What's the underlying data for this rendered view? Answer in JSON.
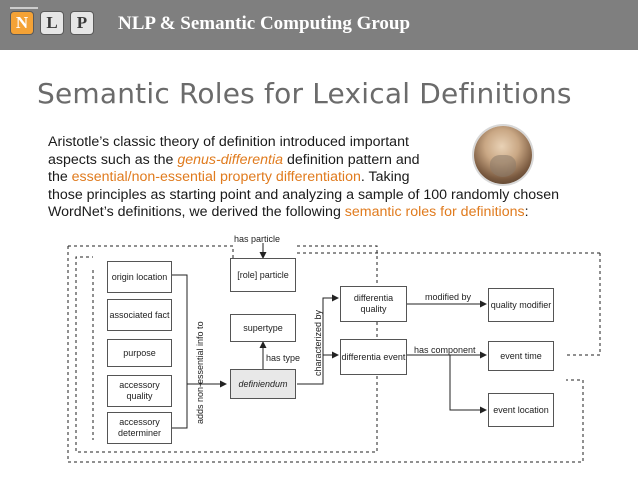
{
  "header": {
    "logo_letters": [
      "N",
      "L",
      "P"
    ],
    "group_title": "NLP & Semantic Computing Group",
    "background_color": "#7f7f7f",
    "logo_accent_color": "#f4a236"
  },
  "slide": {
    "title": "Semantic Roles for Lexical Definitions",
    "body": {
      "line1": "Aristotle’s classic theory of definition introduced important",
      "line2_a": "aspects such as the ",
      "line2_hl": "genus-differentia",
      "line2_b": " definition pattern and",
      "line3_a": "the ",
      "line3_hl": "essential/non-essential property differentiation",
      "line3_b": ". Taking",
      "line4": "those principles as starting point and analyzing a sample of 100 randomly chosen",
      "line5_a": "WordNet’s definitions, we derived the following ",
      "line5_hl": "semantic roles for definitions",
      "line5_b": ":"
    },
    "highlight_color": "#e07b1e",
    "portrait_icon": "aristotle-portrait"
  },
  "diagram": {
    "nodes": {
      "origin_location": "origin location",
      "associated_fact": "associated fact",
      "purpose": "purpose",
      "accessory_quality": "accessory quality",
      "accessory_determiner": "accessory determiner",
      "role_particle": "[role] particle",
      "supertype": "supertype",
      "definiendum": "definiendum",
      "differentia_quality": "differentia quality",
      "differentia_event": "differentia event",
      "quality_modifier": "quality modifier",
      "event_time": "event time",
      "event_location": "event location"
    },
    "edges": {
      "has_particle": "has particle",
      "adds_non_essential_info_to": "adds non-essential info to",
      "has_type": "has type",
      "characterized_by": "characterized by",
      "modified_by": "modified by",
      "has_component": "has component"
    }
  }
}
